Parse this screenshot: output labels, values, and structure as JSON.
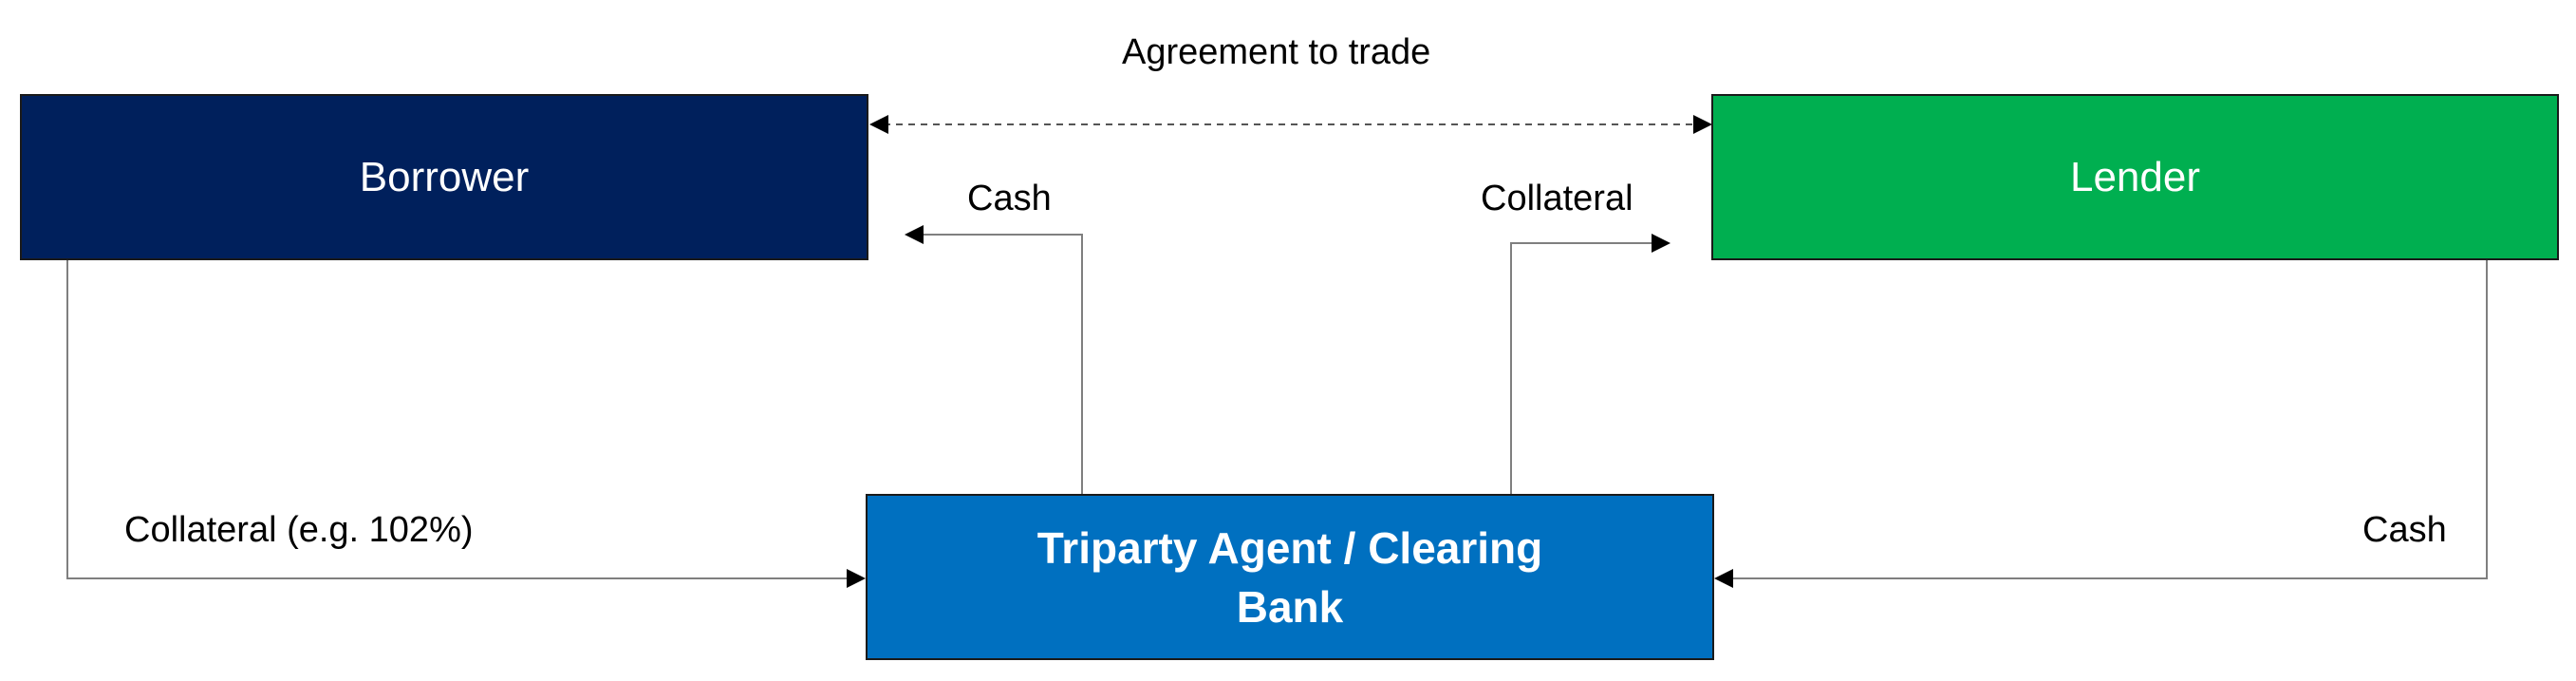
{
  "colors": {
    "borrower": "#00205C",
    "lender": "#00AF50",
    "agent": "#0070C0",
    "line": "#7f7f7f",
    "arrowhead": "#000000"
  },
  "nodes": {
    "borrower": "Borrower",
    "lender": "Lender",
    "agent": "Triparty Agent / Clearing Bank"
  },
  "labels": {
    "agreement": "Agreement to trade",
    "cash_to_borrower": "Cash",
    "collateral_to_lender": "Collateral",
    "collateral_from_borrower": "Collateral (e.g. 102%)",
    "cash_from_lender": "Cash"
  }
}
